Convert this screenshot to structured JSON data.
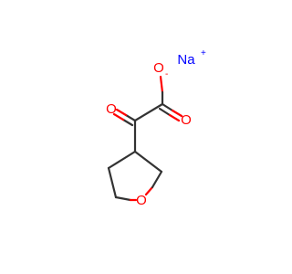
{
  "molecule": {
    "atoms": {
      "carboxylate_o_neg": {
        "symbol": "O",
        "charge": "-",
        "color": "#ff0000"
      },
      "carboxyl_o_double": {
        "symbol": "O",
        "color": "#ff0000"
      },
      "keto_o": {
        "symbol": "O",
        "color": "#ff0000"
      },
      "ring_o": {
        "symbol": "O",
        "color": "#ff0000"
      },
      "sodium": {
        "symbol": "Na",
        "charge": "+",
        "color": "#0000ff"
      }
    },
    "bond_color": "#333333"
  }
}
